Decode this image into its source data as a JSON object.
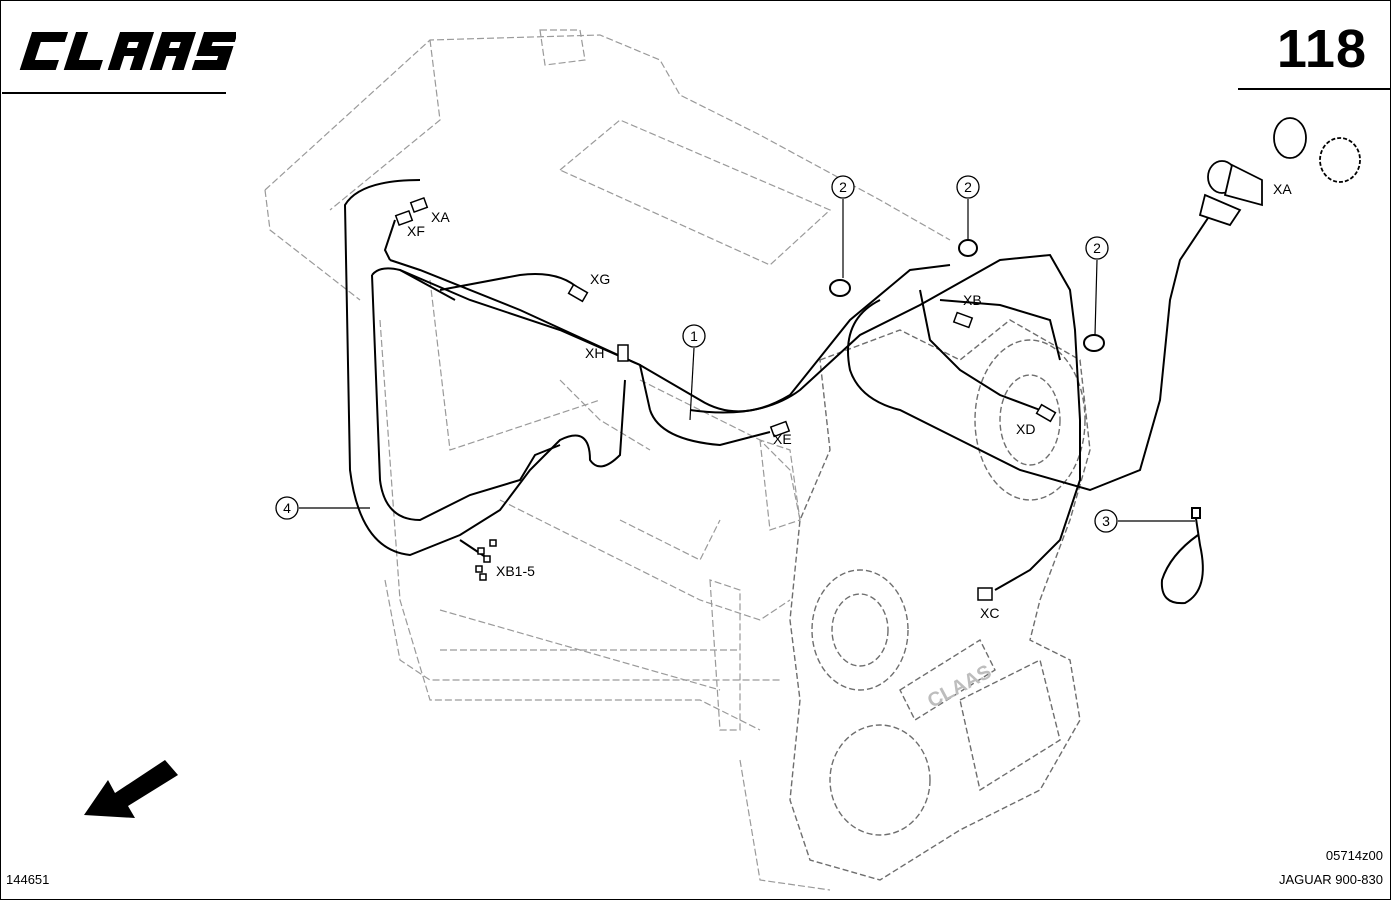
{
  "header": {
    "brand": "CLAAS",
    "page_number": "118"
  },
  "footer": {
    "figure_id": "144651",
    "drawing_code": "05714z00",
    "model": "JAGUAR 900-830"
  },
  "callouts": [
    "1",
    "2",
    "2",
    "2",
    "3",
    "4"
  ],
  "connectors": [
    "XA",
    "XF",
    "XG",
    "XH",
    "XE",
    "XB",
    "XD",
    "XA",
    "XC",
    "XB1-5"
  ],
  "engraving": "CLAAS",
  "colors": {
    "line": "#000000",
    "background": "#ffffff",
    "structure": "#9a9a9a"
  }
}
